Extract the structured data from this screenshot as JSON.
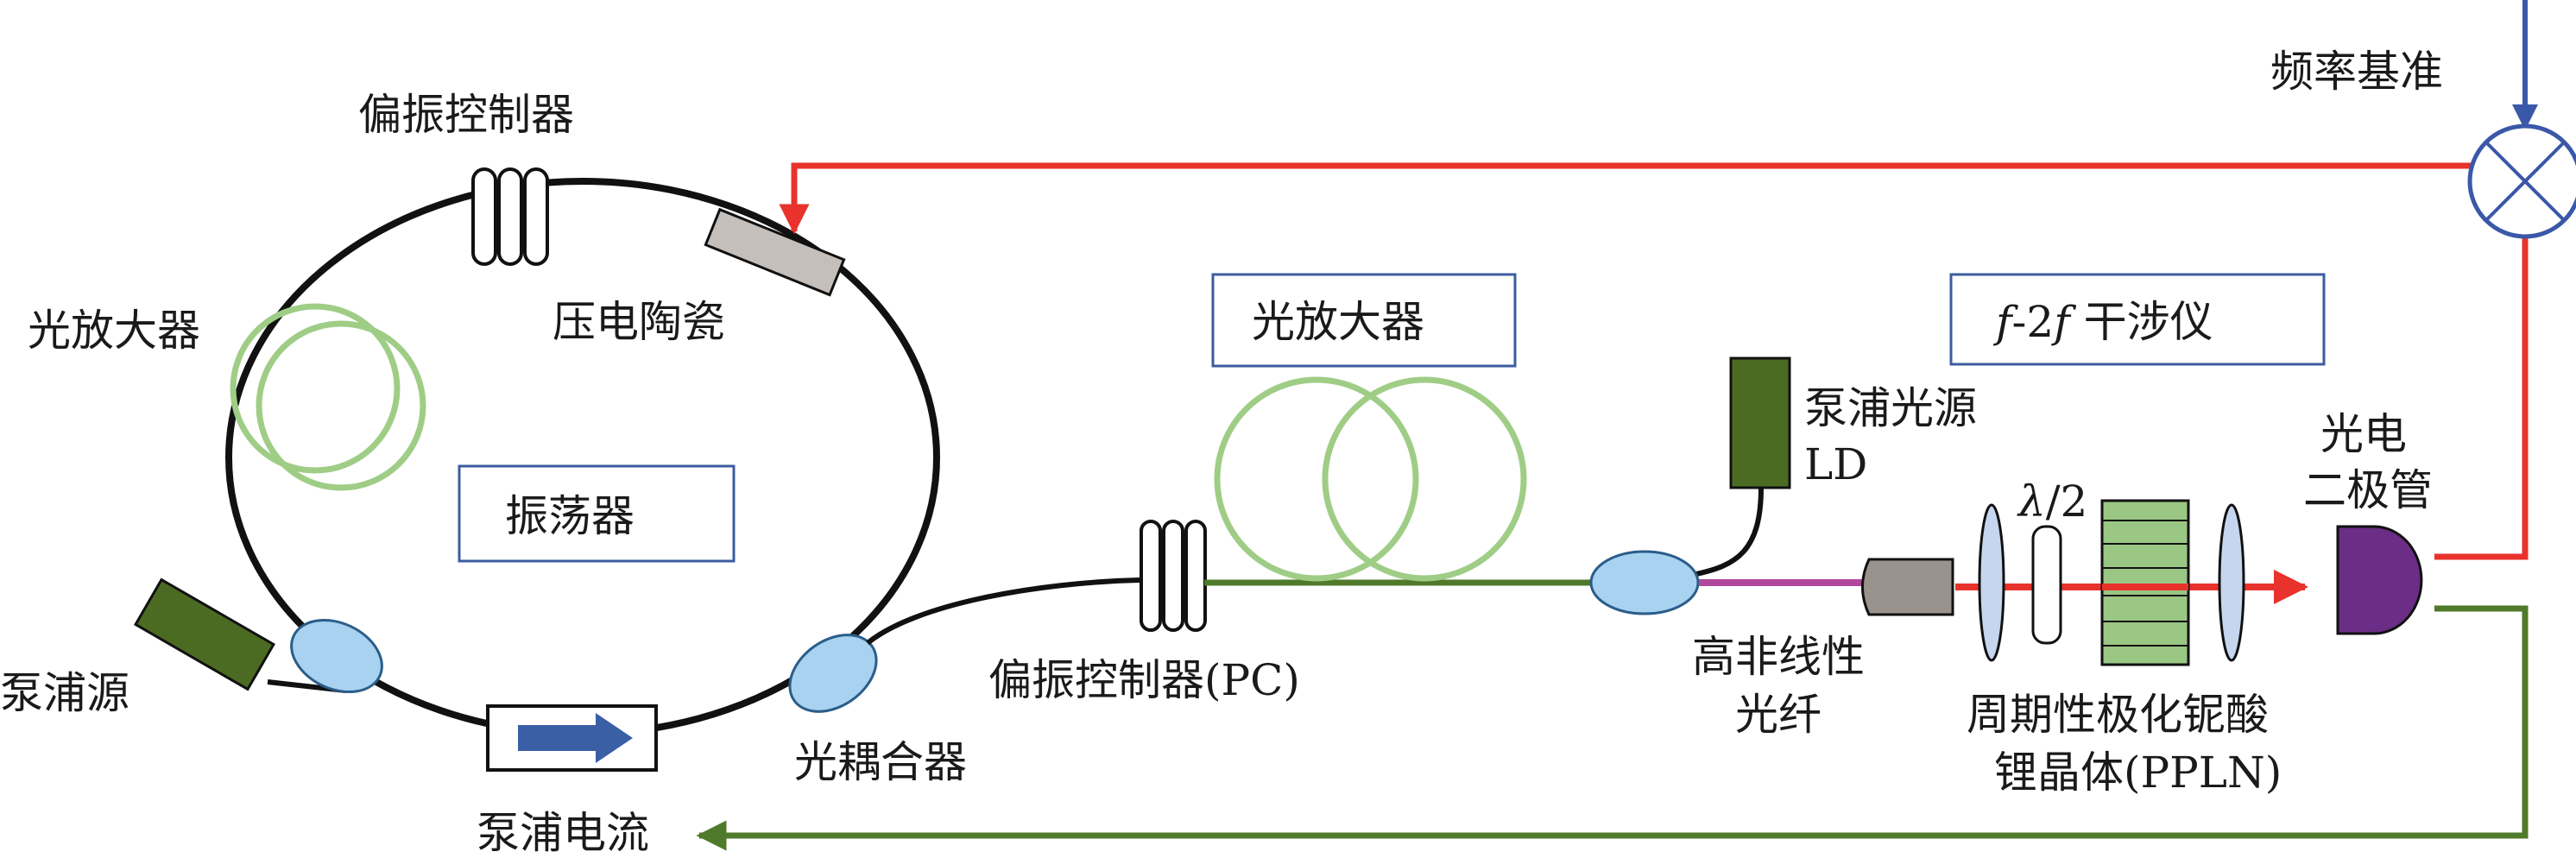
{
  "labels": {
    "polarization_controller_top": "偏振控制器",
    "piezo_ceramic": "压电陶瓷",
    "optical_amplifier_left": "光放大器",
    "oscillator": "振荡器",
    "pump_source": "泵浦源",
    "pump_current": "泵浦电流",
    "optical_coupler": "光耦合器",
    "optical_amplifier_box": "光放大器",
    "polarization_controller_pc": "偏振控制器(PC)",
    "pump_light_source_line1": "泵浦光源",
    "pump_light_source_line2": "LD",
    "hnlf_line1": "高非线性",
    "hnlf_line2": "光纤",
    "f2f_italic_f1": "f",
    "f2f_middle": "-2",
    "f2f_italic_f2": "f",
    "f2f_suffix": " 干涉仪",
    "half_wave_lambda": "λ",
    "half_wave_suffix": "/2",
    "ppln_line1": "周期性极化铌酸",
    "ppln_line2": "锂晶体(PPLN)",
    "photodiode_line1": "光电",
    "photodiode_line2": "二极管",
    "frequency_reference": "频率基准"
  },
  "colors": {
    "feedback_red": "#e8322b",
    "feedback_green": "#4f7a2a",
    "amplifier_green": "#9fcd86",
    "fiber_ring": "#111111",
    "coupler_blue": "#a8d2ef",
    "isolator_arrow": "#3b5fa5",
    "pump_box": "#4c6b22",
    "piezo_gray": "#c4bfbb",
    "hnlf_magenta": "#b0489c",
    "lens_blue": "#c5d6ee",
    "ppln_green": "#9ac783",
    "photodiode_purple": "#6b2d85",
    "box_border": "#3d5c9f",
    "freq_arrow": "#3b58a8"
  },
  "icons": {
    "mixer": "mixer-x-circle-icon",
    "isolator": "right-arrow-icon"
  }
}
